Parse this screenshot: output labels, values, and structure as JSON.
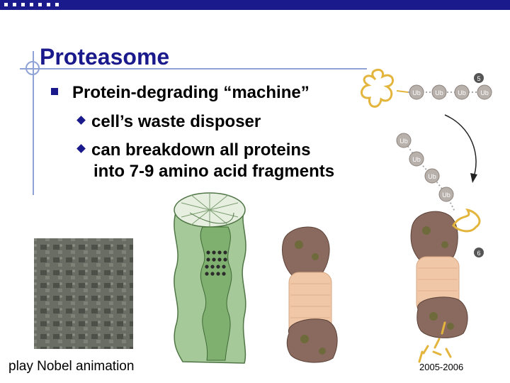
{
  "slide": {
    "title": "Proteasome",
    "bullet": "Protein-degrading “machine”",
    "sub_bullets": [
      {
        "line1": "cell’s waste disposer"
      },
      {
        "line1": "can breakdown all proteins",
        "line2": "into 7-9 amino acid fragments"
      }
    ],
    "animation_link": "play Nobel animation",
    "year_range": "2005-2006"
  },
  "diagram": {
    "ub_label": "Ub",
    "step_5": "5",
    "step_6": "6"
  },
  "colors": {
    "title_blue": "#1a1a8c",
    "guide_blue": "#8fa3d6",
    "proteasome_brown": "#8a6a5e",
    "core_peach": "#f0c8a8",
    "protein_yellow": "#e3b53c",
    "cylinder_green": "#a6c99a"
  }
}
